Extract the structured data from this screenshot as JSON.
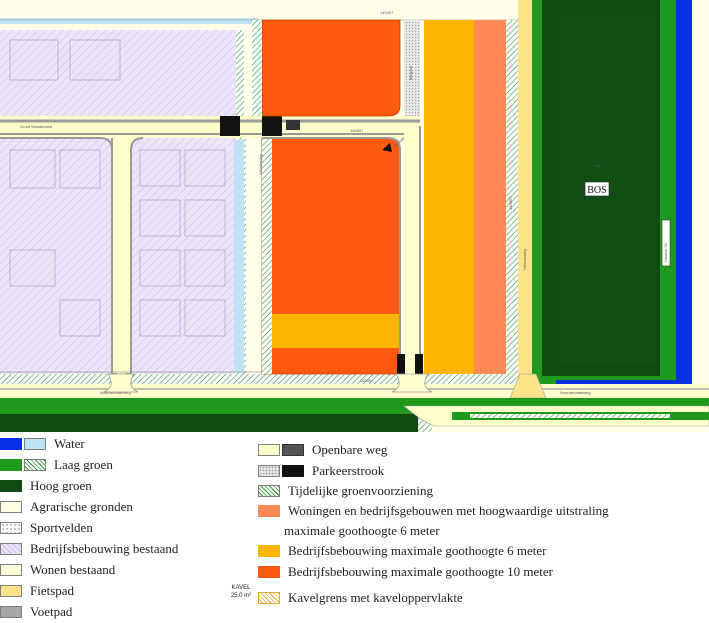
{
  "map": {
    "labels": {
      "bos": "BOS",
      "bos_small": "bos",
      "kavel_top": "140497",
      "kavel_mid": "140497",
      "kavel_bottom": "140497",
      "street_upper": "Groot Welsterland",
      "street_lower": "Noordervaartweg",
      "street_right": "Noordervaartweg",
      "road_east": "Nieuwe Gr.",
      "road_vertical_mid": "Welsterweg",
      "road_vertical_right": "Nieuweweg",
      "road_vertical_fiets": "fietspad",
      "arrow_note": "ontsluiting"
    },
    "colors": {
      "water": "#0a2ee6",
      "water_light": "#bfe3f5",
      "laag_groen": "#1e9a1e",
      "hoog_groen": "#0f4b12",
      "agrarisch": "#ffffe6",
      "wonen": "#ffffd9",
      "weg": "#ffffcc",
      "fietspad": "#fce38a",
      "voetpad": "#a6a6a6",
      "bedrijf_bestaand": "#e9e2f5",
      "oranje_licht": "#ff8a57",
      "goud": "#ffb400",
      "rood_oranje": "#ff5a0f"
    }
  },
  "legend": {
    "items": [
      {
        "label": "Water",
        "icon": "water-swatch"
      },
      {
        "label": "Laag groen",
        "icon": "laag-groen-swatch"
      },
      {
        "label": "Hoog groen",
        "icon": "hoog-groen-swatch"
      },
      {
        "label": "Agrarische gronden",
        "icon": "agrarisch-swatch"
      },
      {
        "label": "Sportvelden",
        "icon": "sportvelden-swatch"
      },
      {
        "label": "Bedrijfsbebouwing bestaand",
        "icon": "bedrijf-bestaand-swatch"
      },
      {
        "label": "Wonen bestaand",
        "icon": "wonen-swatch"
      },
      {
        "label": "Fietspad",
        "icon": "fietspad-swatch"
      },
      {
        "label": "Voetpad",
        "icon": "voetpad-swatch"
      },
      {
        "label": "Openbare weg",
        "icon": "openbare-weg-swatch"
      },
      {
        "label": "Parkeerstrook",
        "icon": "parkeerstrook-swatch"
      },
      {
        "label": "Tijdelijke groenvoorziening",
        "icon": "groenvoorziening-swatch"
      },
      {
        "label": "Woningen en bedrijfsgebouwen met hoogwaardige uitstraling",
        "label2": "maximale goothoogte 6 meter",
        "icon": "woningen-swatch"
      },
      {
        "label": "Bedrijfsbebouwing maximale goothoogte 6 meter",
        "icon": "bedrijf-6m-swatch"
      },
      {
        "label": "Bedrijfsbebouwing maximale goothoogte 10 meter",
        "icon": "bedrijf-10m-swatch"
      },
      {
        "label": "Kavelgrens met kaveloppervlakte",
        "icon": "kavelgrens-swatch"
      }
    ],
    "kavel_sample": {
      "title": "KAVEL",
      "area": "25.0 m²"
    }
  }
}
